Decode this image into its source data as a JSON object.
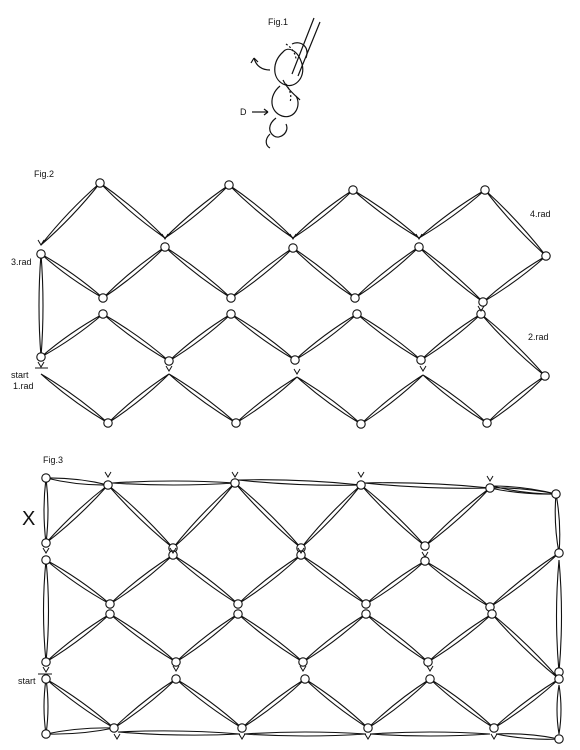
{
  "fig1": {
    "title": "Fig.1",
    "label_d": "D"
  },
  "fig2": {
    "title": "Fig.2",
    "row4": "4.rad",
    "row3": "3.rad",
    "row2": "2.rad",
    "start": "start",
    "row1": "1.rad"
  },
  "fig3": {
    "title": "Fig.3",
    "mark_x": "X",
    "start": "start"
  },
  "colors": {
    "line": "#111111",
    "node_fill": "#ffffff"
  }
}
